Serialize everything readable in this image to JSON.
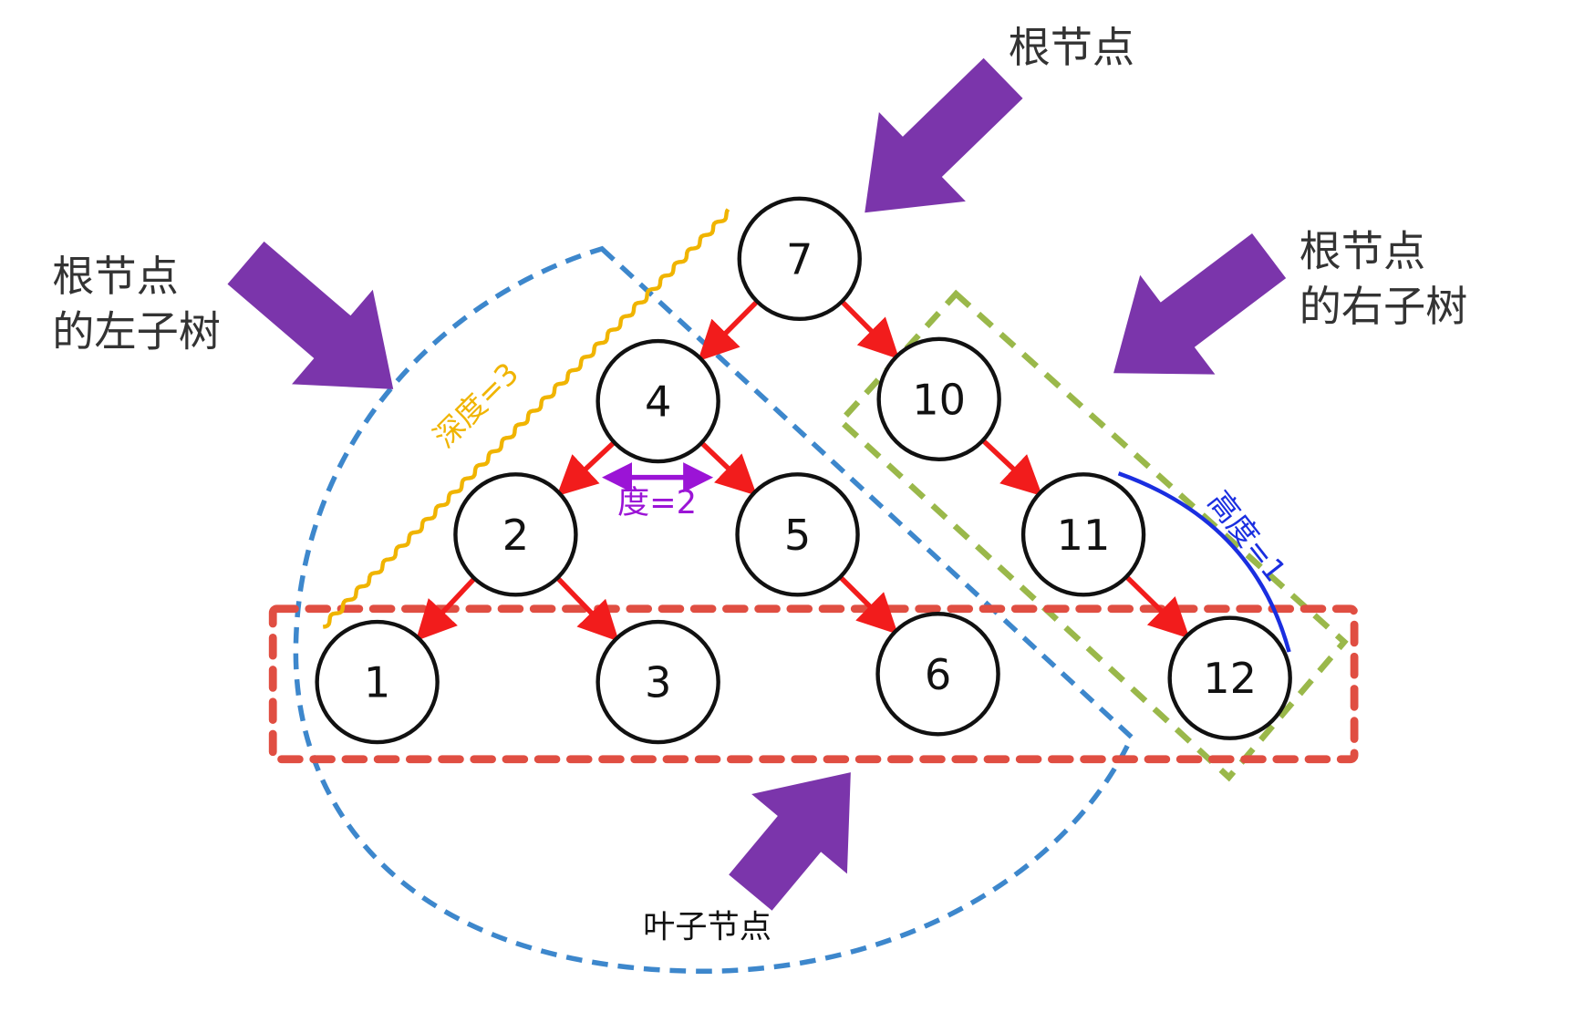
{
  "labels": {
    "root": "根节点",
    "left_subtree_line1": "根节点",
    "left_subtree_line2": "的左子树",
    "right_subtree_line1": "根节点",
    "right_subtree_line2": "的右子树",
    "leaf": "叶子节点",
    "depth": "深度=3",
    "degree": "度=2",
    "height": "高度=1"
  },
  "nodes": [
    {
      "id": "7",
      "label": "7"
    },
    {
      "id": "4",
      "label": "4"
    },
    {
      "id": "10",
      "label": "10"
    },
    {
      "id": "2",
      "label": "2"
    },
    {
      "id": "5",
      "label": "5"
    },
    {
      "id": "11",
      "label": "11"
    },
    {
      "id": "1",
      "label": "1"
    },
    {
      "id": "3",
      "label": "3"
    },
    {
      "id": "6",
      "label": "6"
    },
    {
      "id": "12",
      "label": "12"
    }
  ],
  "edges": [
    [
      "7",
      "4"
    ],
    [
      "7",
      "10"
    ],
    [
      "4",
      "2"
    ],
    [
      "4",
      "5"
    ],
    [
      "10",
      "11"
    ],
    [
      "2",
      "1"
    ],
    [
      "2",
      "3"
    ],
    [
      "5",
      "6"
    ],
    [
      "11",
      "12"
    ]
  ],
  "colors": {
    "arrow_purple": "#7b35ab",
    "edge_red": "#f21c1c",
    "leaf_box": "#e04e42",
    "left_subtree": "#3d87cc",
    "right_subtree": "#9ab84a",
    "depth": "#f0b400",
    "degree": "#9b14d6",
    "height": "#1a2ee0"
  }
}
